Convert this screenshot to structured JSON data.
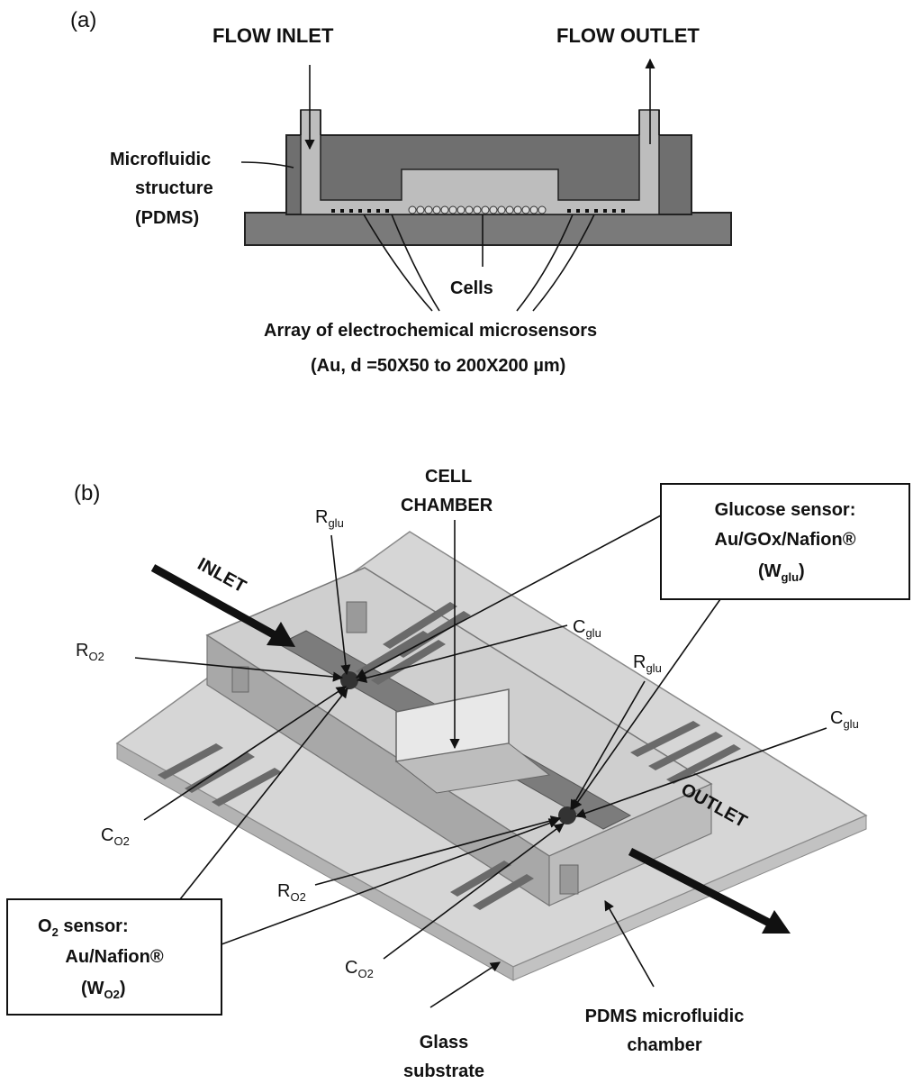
{
  "panel_a": {
    "label": "(a)",
    "flow_inlet": "FLOW INLET",
    "flow_outlet": "FLOW OUTLET",
    "micro_line1": "Microfluidic",
    "micro_line2": "structure",
    "micro_line3": "(PDMS)",
    "cells": "Cells",
    "array_line1": "Array of electrochemical microsensors",
    "array_line2": "(Au, d =50X50 to 200X200 µm)"
  },
  "panel_b": {
    "label": "(b)",
    "cell_chamber_1": "CELL",
    "cell_chamber_2": "CHAMBER",
    "inlet": "INLET",
    "outlet": "OUTLET",
    "glucose_line1": "Glucose sensor:",
    "glucose_line2": "Au/GOx/Nafion®",
    "glucose_w": "(W",
    "glucose_w_sub": "glu",
    "close_paren": ")",
    "o2_line1_o": "O",
    "o2_line1_sub": "2",
    "o2_line1_rest": " sensor:",
    "o2_line2": "Au/Nafion®",
    "o2_w": "(W",
    "o2_w_sub": "O2",
    "r_letter": "R",
    "c_letter": "C",
    "sub_glu": "glu",
    "sub_o2": "O2",
    "glass_1": "Glass",
    "glass_2": "substrate",
    "pdms_1": "PDMS microfluidic",
    "pdms_2": "chamber"
  },
  "colors": {
    "pdms_dark": "#6f6f6f",
    "channel_light": "#bdbdbd",
    "glass_light": "#d6d6d6"
  }
}
